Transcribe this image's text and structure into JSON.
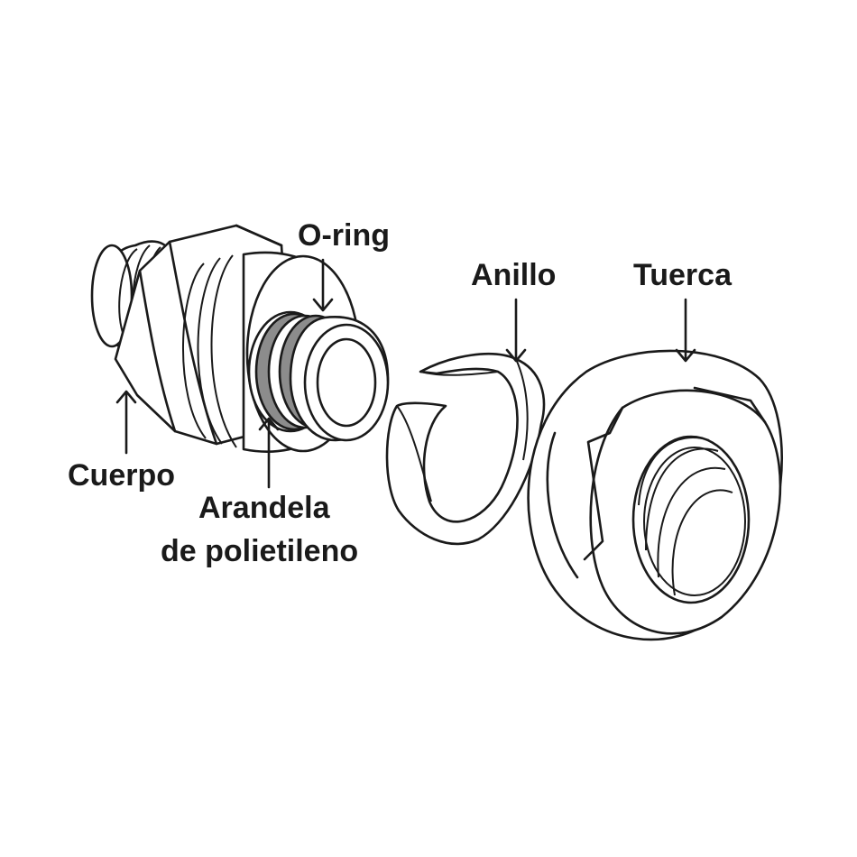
{
  "labels": {
    "oring": "O-ring",
    "anillo": "Anillo",
    "tuerca": "Tuerca",
    "cuerpo": "Cuerpo",
    "arandela_line1": "Arandela",
    "arandela_line2": "de polietileno"
  },
  "colors": {
    "line": "#1a1a1a",
    "oring_fill": "#8c8c8c",
    "background": "#ffffff"
  }
}
